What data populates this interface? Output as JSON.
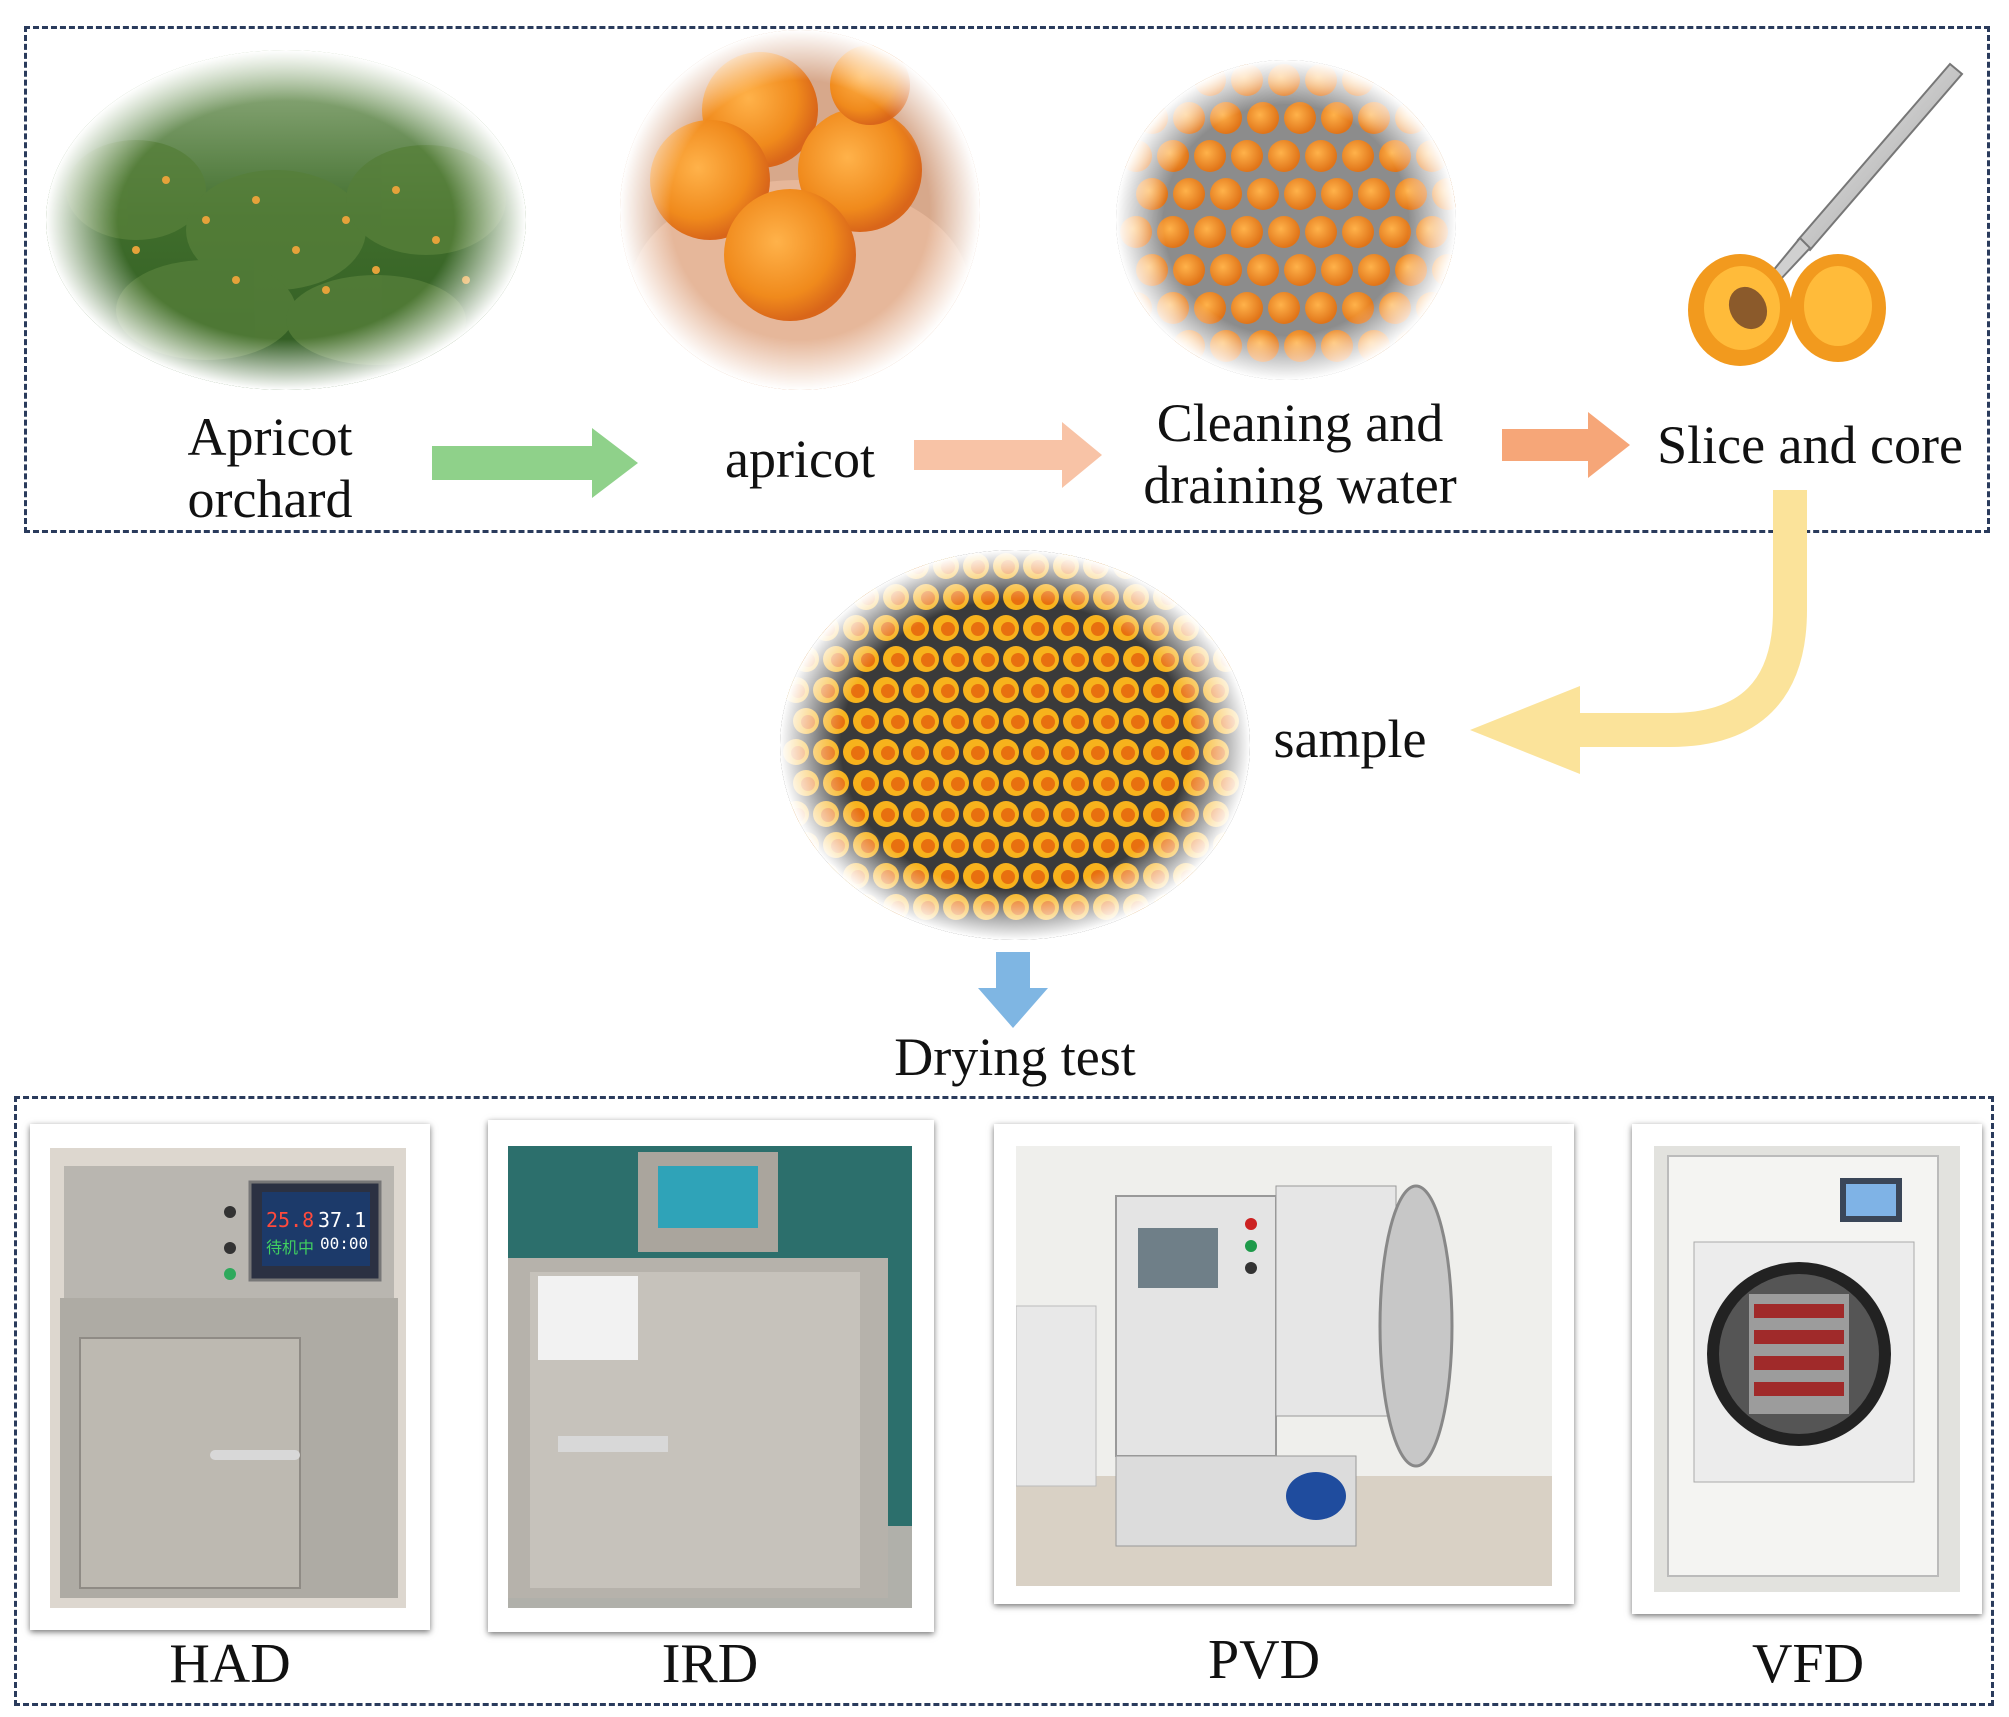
{
  "steps": {
    "orchard": "Apricot\norchard",
    "apricot": "apricot",
    "cleaning": "Cleaning and\ndraining water",
    "slice": "Slice and core",
    "sample": "sample",
    "drying": "Drying test"
  },
  "methods": [
    "HAD",
    "IRD",
    "PVD",
    "VFD"
  ],
  "dryer_screens": {
    "had_value_left": "25.8",
    "had_value_right": "37.1",
    "had_status": "待机中",
    "had_timer": "00:00"
  },
  "colors": {
    "border": "#2a3b5c",
    "arrow_green": "#8fd18a",
    "arrow_peach_light": "#f8c3a6",
    "arrow_peach": "#f6a678",
    "arrow_yellow": "#fbe39a",
    "arrow_blue": "#7fb6e3",
    "apricot": "#f0921e"
  }
}
